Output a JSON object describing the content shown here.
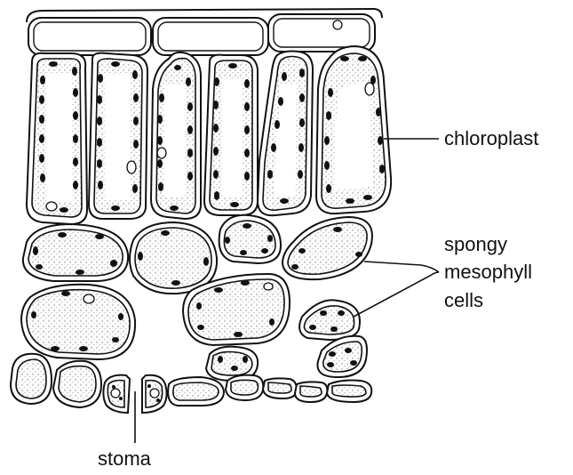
{
  "labels": {
    "chloroplast": "chloroplast",
    "spongy_line1": "spongy",
    "spongy_line2": "mesophyll",
    "spongy_line3": "cells",
    "stoma": "stoma"
  }
}
